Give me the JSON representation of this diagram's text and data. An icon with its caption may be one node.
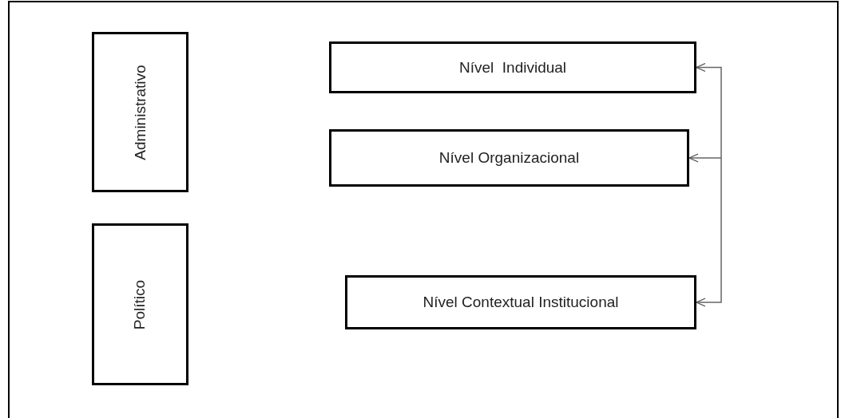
{
  "diagram": {
    "nodes": [
      {
        "text": [
          "Administrativo"
        ]
      },
      {
        "text": [
          "Político"
        ]
      },
      {
        "text": [
          "Nível  Individual"
        ]
      },
      {
        "text": [
          "Nível Organizacional"
        ]
      },
      {
        "text": [
          "Nível Contextual Institucional"
        ]
      }
    ],
    "edges": [
      {
        "from": 2,
        "to": 4,
        "arrow": "both"
      },
      {
        "from": null,
        "to": 3,
        "arrow": "to"
      }
    ]
  }
}
